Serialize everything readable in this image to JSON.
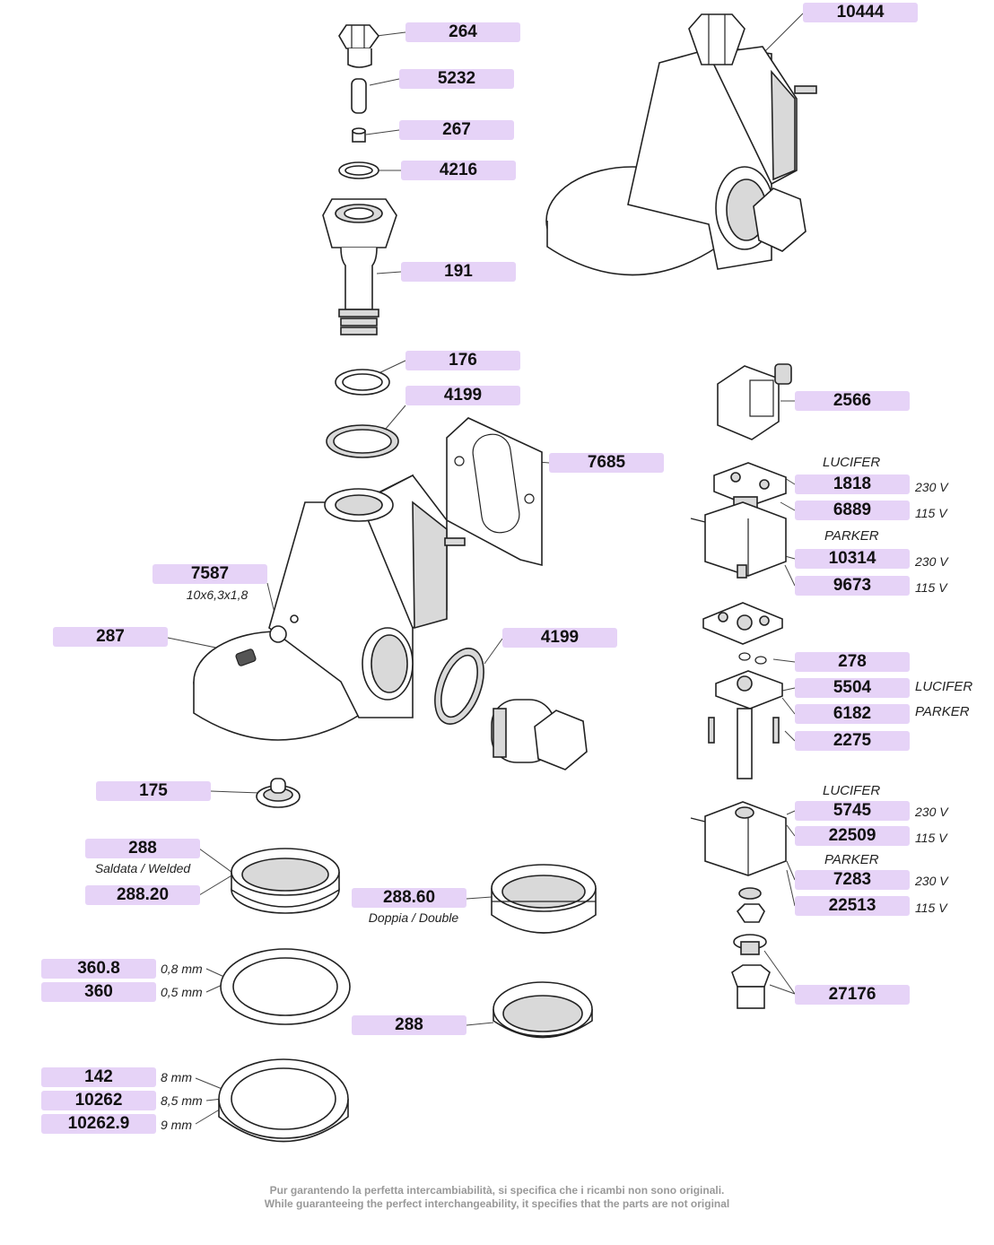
{
  "labels": {
    "p264": "264",
    "p5232": "5232",
    "p267": "267",
    "p4216": "4216",
    "p191": "191",
    "p176": "176",
    "p4199a": "4199",
    "p7685": "7685",
    "p7587": "7587",
    "p287": "287",
    "p4199b": "4199",
    "p175": "175",
    "p288a": "288",
    "p288_20": "288.20",
    "p288_60": "288.60",
    "p360_8": "360.8",
    "p360": "360",
    "p288b": "288",
    "p142": "142",
    "p10262": "10262",
    "p10262_9": "10262.9",
    "p10444": "10444",
    "p2566": "2566",
    "p1818": "1818",
    "p6889": "6889",
    "p10314": "10314",
    "p9673": "9673",
    "p278": "278",
    "p5504": "5504",
    "p6182": "6182",
    "p2275": "2275",
    "p5745": "5745",
    "p22509": "22509",
    "p7283": "7283",
    "p22513": "22513",
    "p27176": "27176"
  },
  "notes": {
    "n7587": "10x6,3x1,8",
    "n288": "Saldata / Welded",
    "n288_60": "Doppia / Double",
    "n360_8": "0,8 mm",
    "n360": "0,5 mm",
    "n142": "8 mm",
    "n10262": "8,5 mm",
    "n10262_9": "9 mm",
    "v1818": "230 V",
    "v6889": "115 V",
    "v10314": "230 V",
    "v9673": "115 V",
    "v5745": "230 V",
    "v22509": "115 V",
    "v7283": "230 V",
    "v22513": "115 V"
  },
  "brands": {
    "lucifer1": "LUCIFER",
    "parker1": "PARKER",
    "lucifer_5504": "LUCIFER",
    "parker_6182": "PARKER",
    "lucifer2": "LUCIFER",
    "parker2": "PARKER"
  },
  "footer": {
    "line1": "Pur garantendo la perfetta intercambiabilità, si specifica che i ricambi non sono originali.",
    "line2": "While guaranteeing the perfect interchangeability, it specifies that the parts are not original"
  },
  "colors": {
    "label_bg": "#e6d3f7",
    "footer_text": "#999999"
  }
}
